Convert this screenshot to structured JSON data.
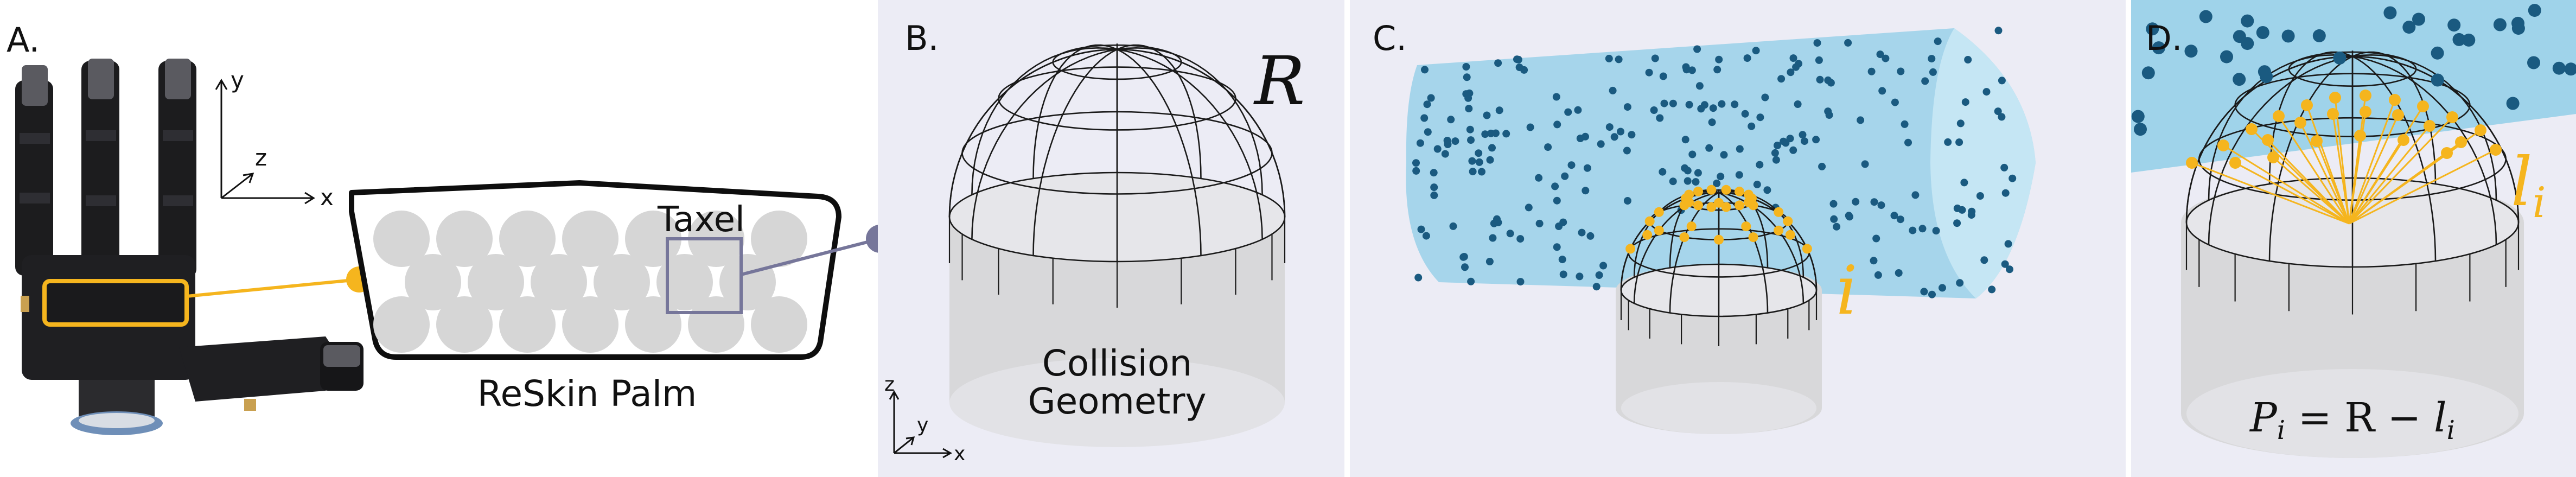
{
  "panels": {
    "a": {
      "label": "A.",
      "axis_y": "y",
      "axis_z": "z",
      "axis_x": "x",
      "taxel_label": "Taxel",
      "palm_label": "ReSkin Palm"
    },
    "b": {
      "label": "B.",
      "radius_symbol": "R",
      "geometry_line1": "Collision",
      "geometry_line2": "Geometry",
      "axis_z": "z",
      "axis_y": "y",
      "axis_x": "x"
    },
    "c": {
      "label": "C.",
      "index_symbol": "i"
    },
    "d": {
      "label": "D.",
      "length_symbol": "l",
      "length_subscript": "i",
      "formula_p": "P",
      "formula_p_sub": "i",
      "formula_rest": " = R − ",
      "formula_l": "l",
      "formula_l_sub": "i"
    }
  },
  "colors": {
    "panel_bg": "#ececf5",
    "point_cloud_fill": "#9fd3ea",
    "point_dot": "#1a5a80",
    "taxel_dot": "#f5b51e",
    "palm_highlight": "#f5b51e",
    "taxel_box": "#76769a",
    "cylinder_fill": "#d8d8da"
  }
}
